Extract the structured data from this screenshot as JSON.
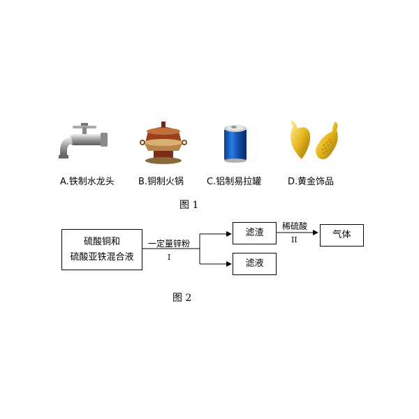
{
  "figure1": {
    "items": [
      {
        "label": "A.铁制水龙头",
        "icon": "faucet-icon"
      },
      {
        "label": "B.铜制火锅",
        "icon": "copper-hotpot-icon"
      },
      {
        "label": "C.铝制易拉罐",
        "icon": "aluminum-can-icon"
      },
      {
        "label": "D.黄金饰品",
        "icon": "gold-jewelry-icon"
      }
    ],
    "caption": "图 1"
  },
  "figure2": {
    "start_box": {
      "line1": "硫酸铜和",
      "line2": "硫酸亚铁混合液"
    },
    "step1": {
      "reagent": "一定量锌粉",
      "numeral": "I"
    },
    "residue_box": "滤渣",
    "filtrate_box": "滤液",
    "step2": {
      "reagent": "稀硫酸",
      "numeral": "II"
    },
    "gas_box": "气体",
    "caption": "图 2"
  }
}
